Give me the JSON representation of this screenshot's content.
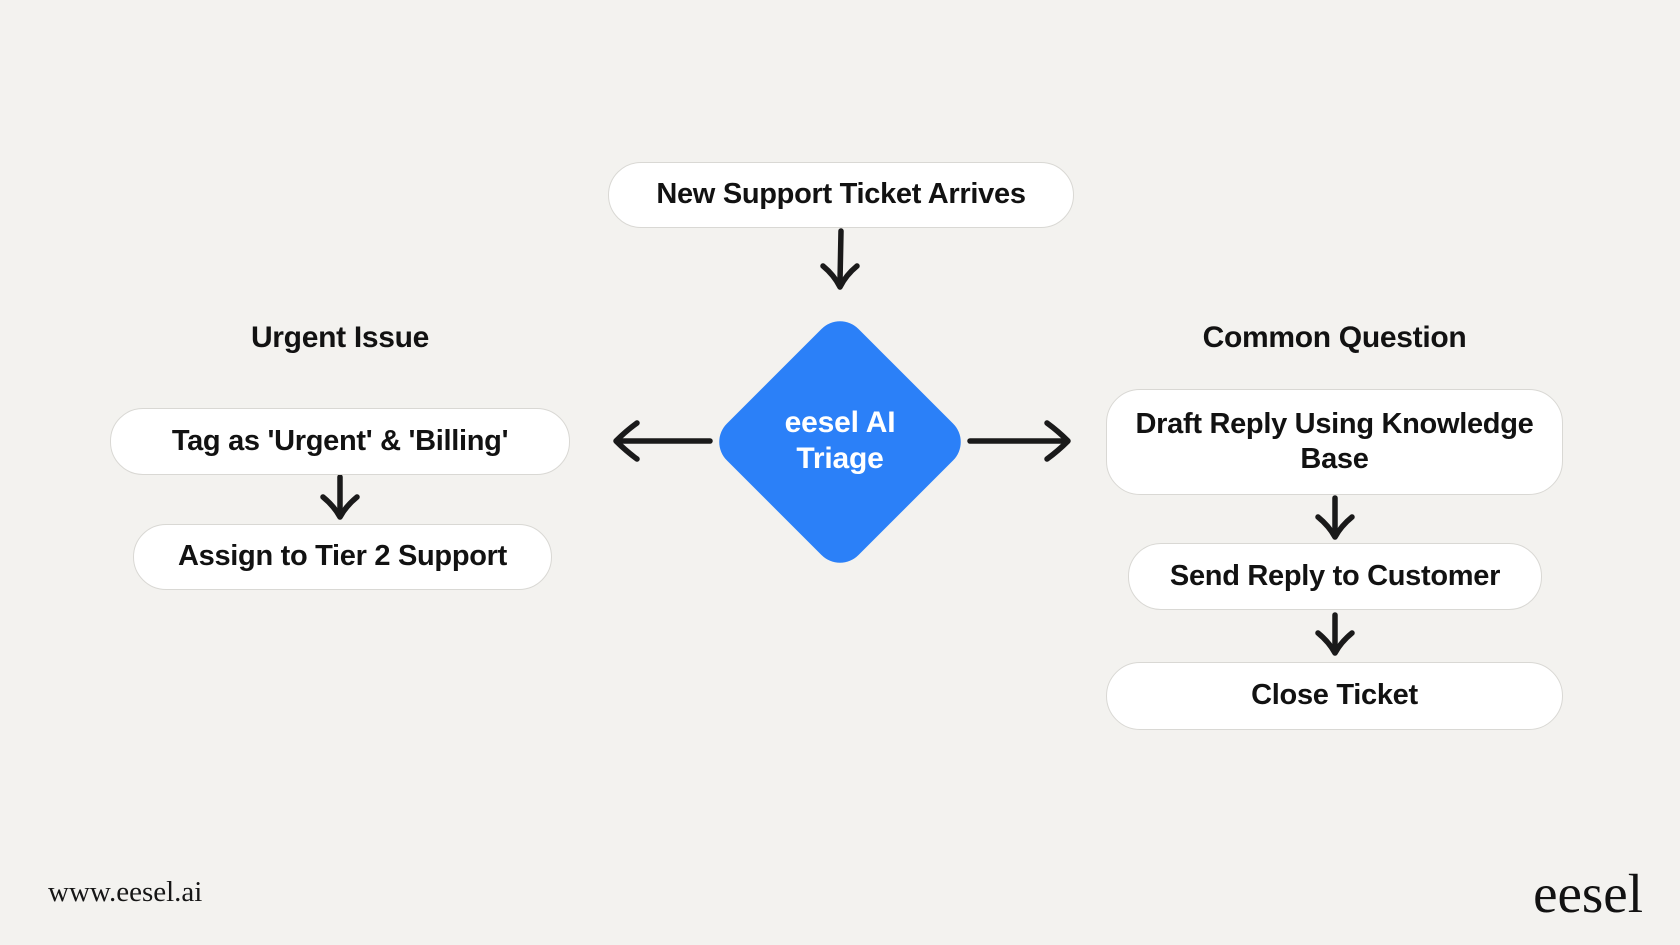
{
  "colors": {
    "background": "#F3F2EF",
    "node_fill": "#FFFFFF",
    "node_border": "#D9D8D4",
    "accent_blue": "#2B80F8",
    "arrow": "#1A1A1A",
    "text": "#121212"
  },
  "flowchart": {
    "start": {
      "label": "New Support Ticket Arrives"
    },
    "decision": {
      "label": "eesel AI\nTriage"
    },
    "left_branch": {
      "heading": "Urgent Issue",
      "steps": [
        {
          "label": "Tag as 'Urgent' & 'Billing'"
        },
        {
          "label": "Assign to Tier 2 Support"
        }
      ]
    },
    "right_branch": {
      "heading": "Common Question",
      "steps": [
        {
          "label": "Draft Reply Using Knowledge Base"
        },
        {
          "label": "Send Reply to Customer"
        },
        {
          "label": "Close Ticket"
        }
      ]
    }
  },
  "footer": {
    "website": "www.eesel.ai",
    "logo_text": "eesel"
  }
}
